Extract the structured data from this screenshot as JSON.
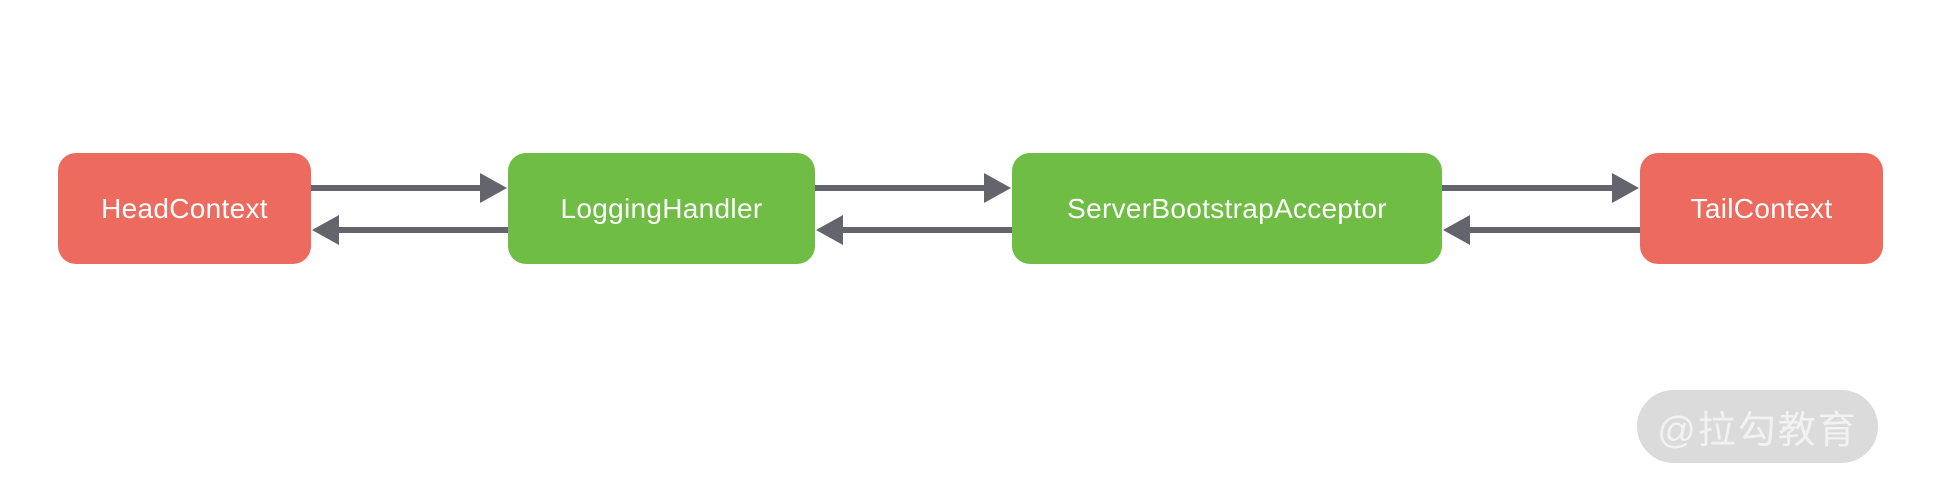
{
  "diagram": {
    "type": "flow-pipeline",
    "description": "Bidirectional handler pipeline with four nodes connected by forward (top) and backward (bottom) arrows",
    "nodes": [
      {
        "label": "HeadContext",
        "color": "#ED6A5E"
      },
      {
        "label": "LoggingHandler",
        "color": "#70BD45"
      },
      {
        "label": "ServerBootstrapAcceptor",
        "color": "#70BD45"
      },
      {
        "label": "TailContext",
        "color": "#ED6A5E"
      }
    ],
    "edges": [
      {
        "from": "HeadContext",
        "to": "LoggingHandler",
        "direction": "right"
      },
      {
        "from": "LoggingHandler",
        "to": "HeadContext",
        "direction": "left"
      },
      {
        "from": "LoggingHandler",
        "to": "ServerBootstrapAcceptor",
        "direction": "right"
      },
      {
        "from": "ServerBootstrapAcceptor",
        "to": "LoggingHandler",
        "direction": "left"
      },
      {
        "from": "ServerBootstrapAcceptor",
        "to": "TailContext",
        "direction": "right"
      },
      {
        "from": "TailContext",
        "to": "ServerBootstrapAcceptor",
        "direction": "left"
      }
    ],
    "colors": {
      "node_red": "#ED6A5E",
      "node_green": "#70BD45",
      "arrow": "#64646C",
      "background": "#FFFFFF",
      "watermark_pill": "#DBDBDB",
      "watermark_text": "#F2F2F2"
    },
    "watermark": {
      "text": "@拉勾教育"
    }
  }
}
